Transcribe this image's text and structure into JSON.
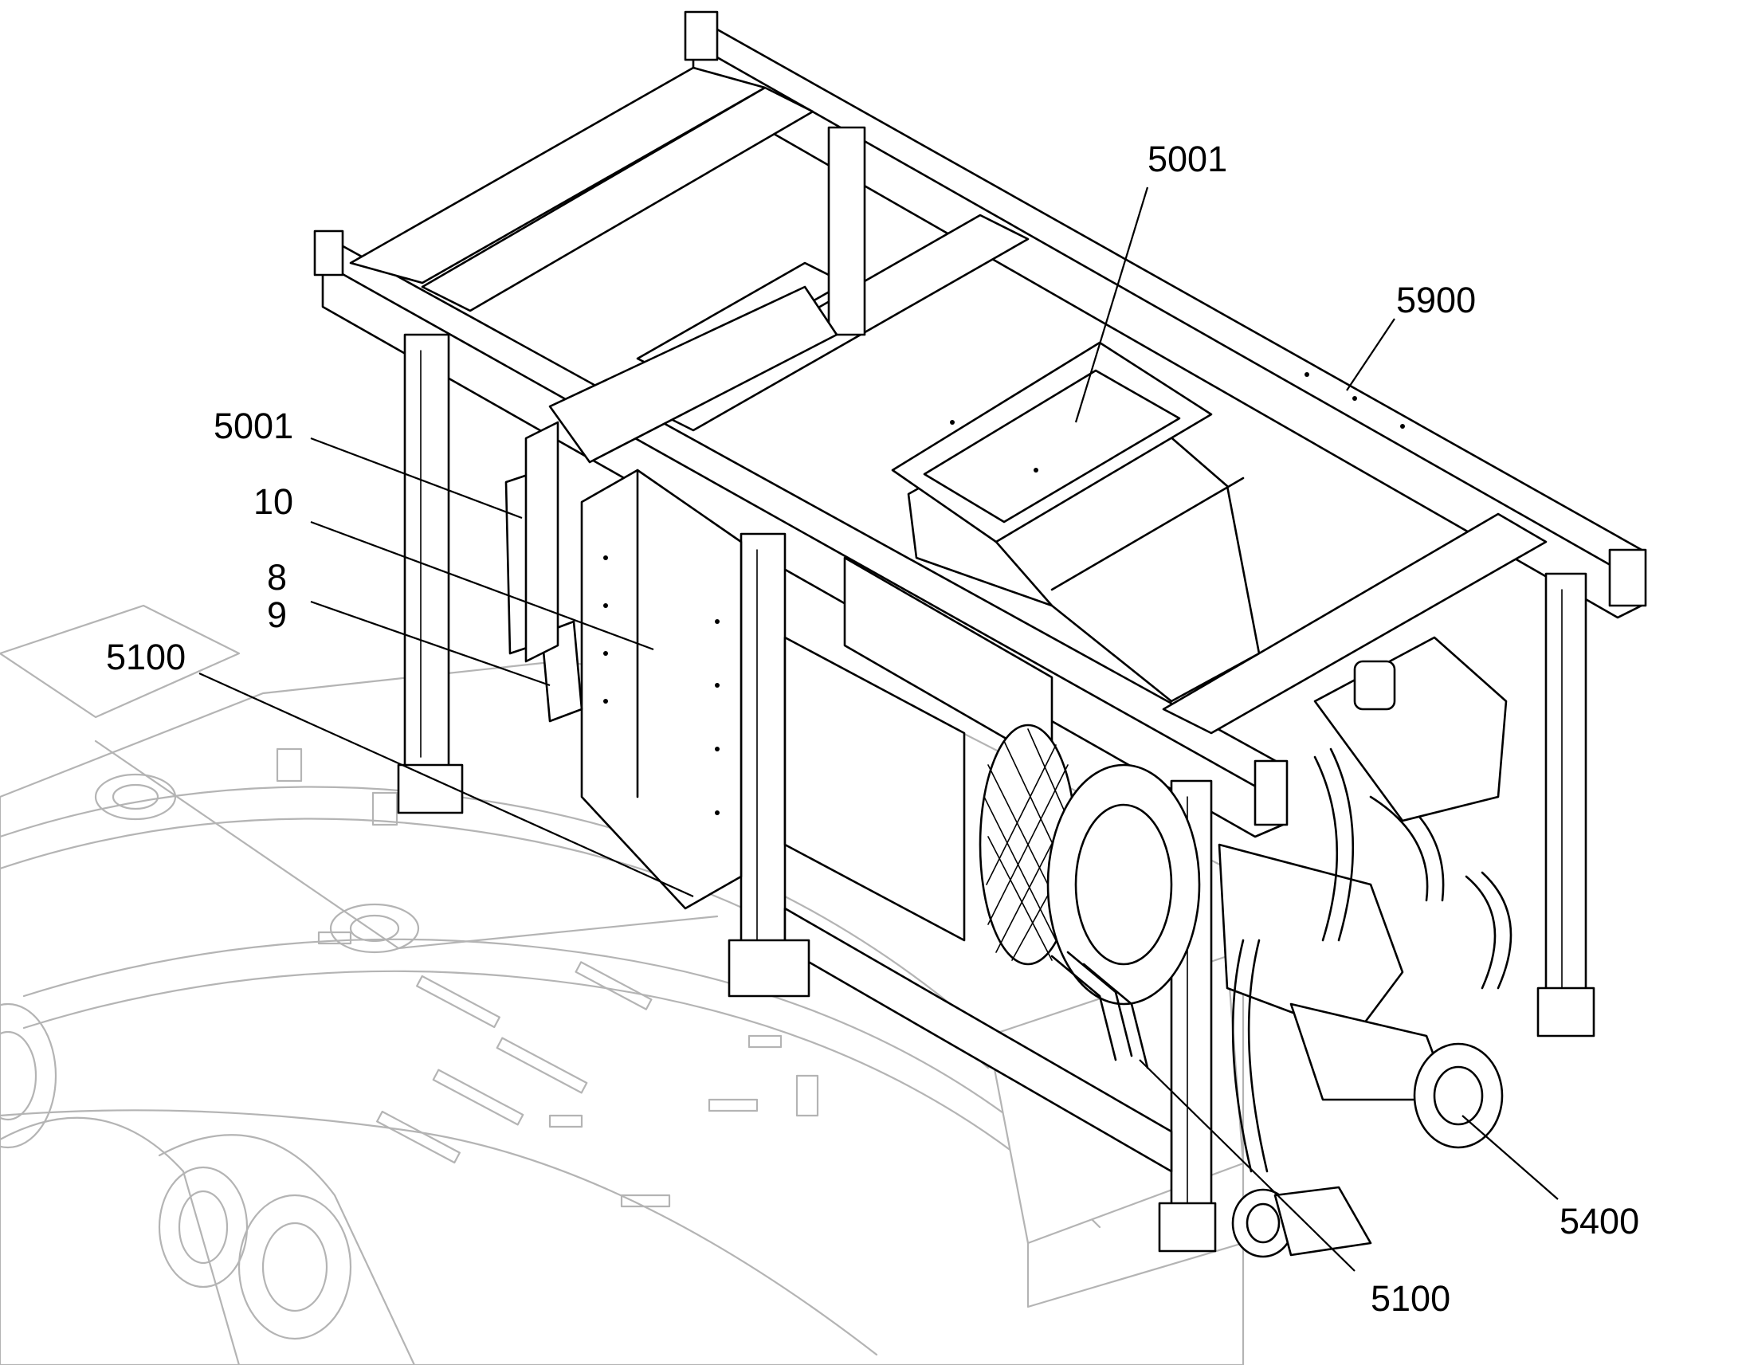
{
  "callouts": [
    {
      "id": "c5001-top",
      "label": "5001"
    },
    {
      "id": "c5900",
      "label": "5900"
    },
    {
      "id": "c5001-left",
      "label": "5001"
    },
    {
      "id": "c10",
      "label": "10"
    },
    {
      "id": "c8",
      "label": "8"
    },
    {
      "id": "c9",
      "label": "9"
    },
    {
      "id": "c5100-left",
      "label": "5100"
    },
    {
      "id": "c5400",
      "label": "5400"
    },
    {
      "id": "c5100-bottom",
      "label": "5100"
    }
  ],
  "colors": {
    "ink": "#000000",
    "ghost": "#b4b4b4",
    "background": "#ffffff"
  }
}
